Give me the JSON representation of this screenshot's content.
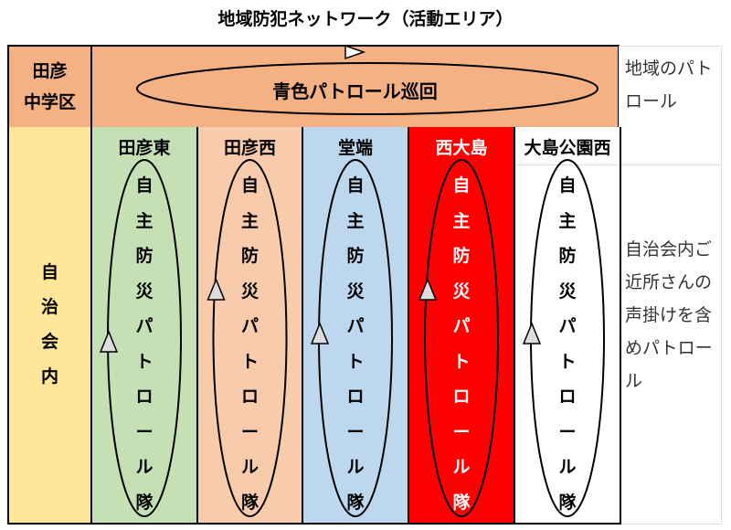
{
  "title": "地域防犯ネットワーク（活動エリア）",
  "top_row": {
    "area_label": "田彦\n中学区",
    "patrol_label": "青色パトロール巡回",
    "note": "地域のパトロール"
  },
  "side_label": "自治会内",
  "right_note": "自治会内ご近所さんの声掛けを含めパトロール",
  "team_label": "自主防災パトロール隊",
  "districts": [
    {
      "name": "田彦東",
      "color": "#c5e0b4",
      "text_color": "#000000"
    },
    {
      "name": "田彦西",
      "color": "#f8cbad",
      "text_color": "#000000"
    },
    {
      "name": "堂端",
      "color": "#bdd7ee",
      "text_color": "#000000"
    },
    {
      "name": "西大島",
      "color": "#ff0000",
      "text_color": "#ffffff"
    },
    {
      "name": "大島公園西",
      "color": "#ffffff",
      "text_color": "#000000"
    }
  ],
  "colors": {
    "top_row": "#f4b183",
    "side": "#ffe699"
  }
}
